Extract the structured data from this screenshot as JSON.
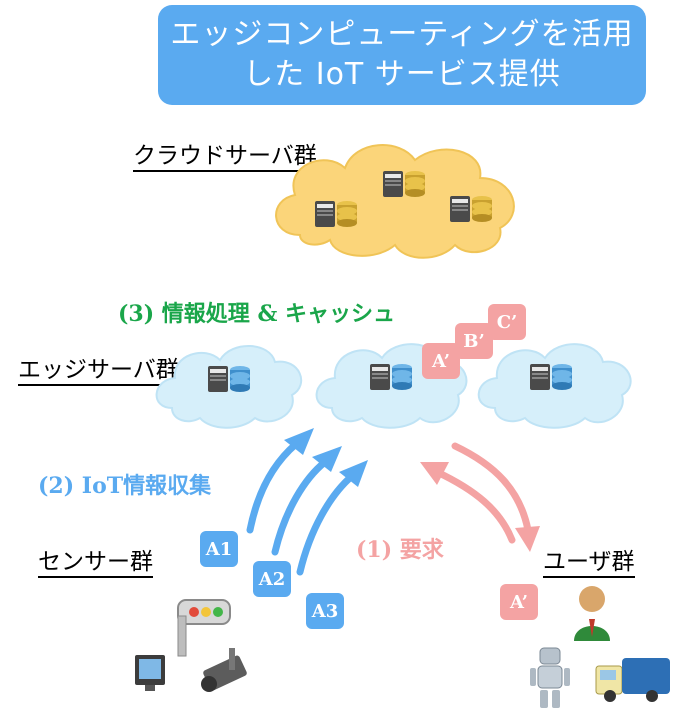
{
  "title": {
    "line1": "エッジコンピューティングを活用",
    "line2": "した IoT サービス提供"
  },
  "groups": {
    "cloud": "クラウドサーバ群",
    "edge": "エッジサーバ群",
    "sensor": "センサー群",
    "user": "ユーザ群"
  },
  "steps": {
    "step1": "(1) 要求",
    "step2": "(2) IoT情報収集",
    "step3": "(3) 情報処理 & キャッシュ"
  },
  "sensor_tags": [
    "A1",
    "A2",
    "A3"
  ],
  "cache_tags": [
    "A’",
    "B’",
    "C’"
  ],
  "user_tag": "A’",
  "colors": {
    "title_bg": "#5aaaf0",
    "blue": "#5aaaf0",
    "pink": "#f4a3a3",
    "green": "#1aa64a",
    "cloud_orange": "#fbd57a",
    "cloud_blue": "#d6effa"
  },
  "icons": [
    "server-icon",
    "traffic-light-icon",
    "monitor-icon",
    "camera-icon",
    "user-avatar-icon",
    "robot-icon",
    "truck-icon"
  ]
}
